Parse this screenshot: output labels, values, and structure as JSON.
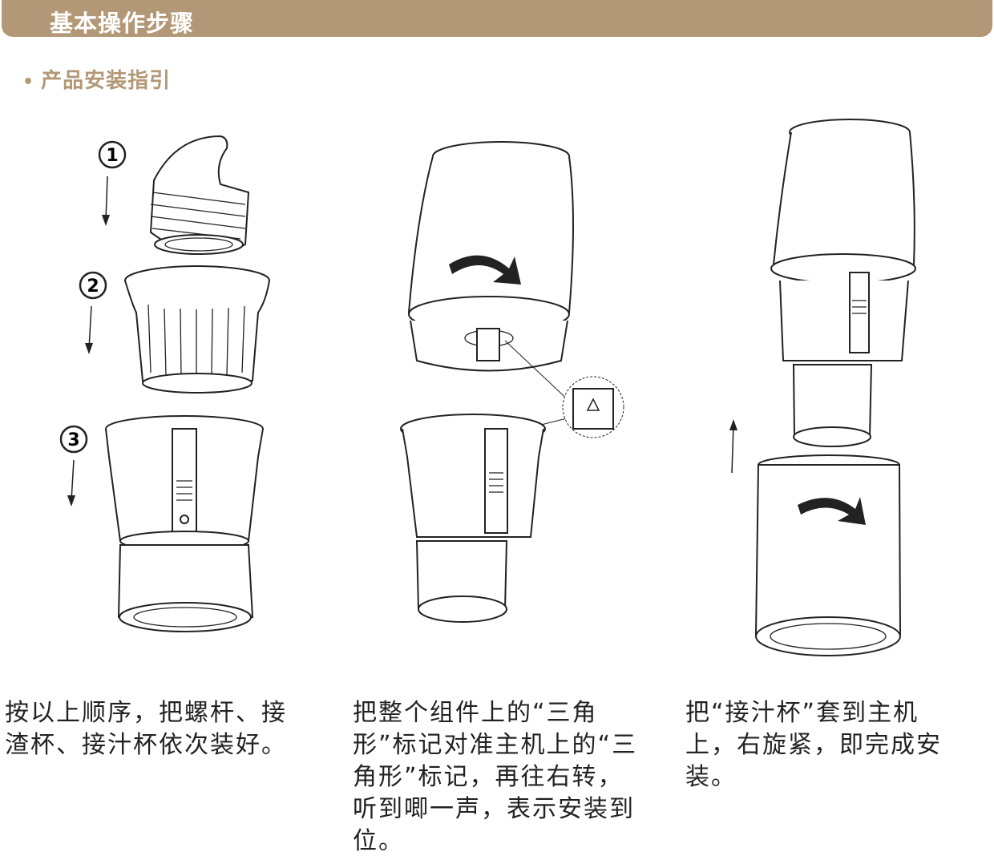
{
  "header": {
    "title": "基本操作步骤"
  },
  "section": {
    "bullet": "•",
    "title": "产品安装指引"
  },
  "steps": [
    {
      "text": "按以上顺序，把螺杆、接渣杯、接汁杯依次装好。",
      "markers": [
        "1",
        "2",
        "3"
      ]
    },
    {
      "text": "把整个组件上的“三角形”标记对准主机上的“三角形”标记，再往右转，听到唧一声，表示安装到位。"
    },
    {
      "text": "把“接汁杯”套到主机上，右旋紧，即完成安装。"
    }
  ],
  "colors": {
    "header_bg": "#b29876",
    "accent": "#b29876",
    "line": "#222222"
  }
}
